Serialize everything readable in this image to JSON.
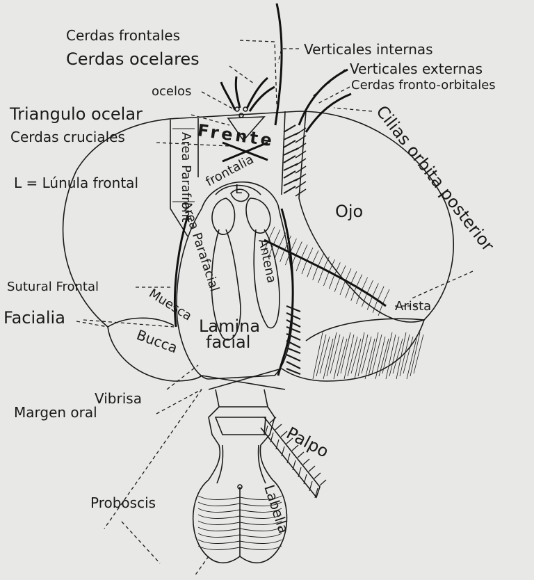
{
  "labels": {
    "cerdas_frontales": "Cerdas frontales",
    "cerdas_ocelares": "Cerdas ocelares",
    "ocelos": "ocelos",
    "triangulo_ocelar": "Triangulo ocelar",
    "cerdas_cruciales": "Cerdas cruciales",
    "lunula": "L = Lúnula frontal",
    "verticales_internas": "Verticales internas",
    "verticales_externas": "Verticales externas",
    "cerdas_fronto_orbitales": "Cerdas fronto-orbitales",
    "cilias_orbita_posterior": "Cilias orbita posterior",
    "frente": "Frente",
    "area_parafront": "Area Parafront",
    "area_parafacial": "Area Parafacial",
    "frontalia": "frontalia",
    "ojo": "Ojo",
    "antena": "Antena",
    "sutural_frontal": "Sutural Frontal",
    "arista": "Arista",
    "facialia": "Facialia",
    "muesca": "Muesca",
    "lamina": "Lamina",
    "facial": "facial",
    "bucca": "Bucca",
    "vibrisa": "Vibrisa",
    "margen_oral": "Margen oral",
    "palpo": "Palpo",
    "proboscis": "Proboscis",
    "labella": "Labella",
    "lunula_mark": "L"
  }
}
